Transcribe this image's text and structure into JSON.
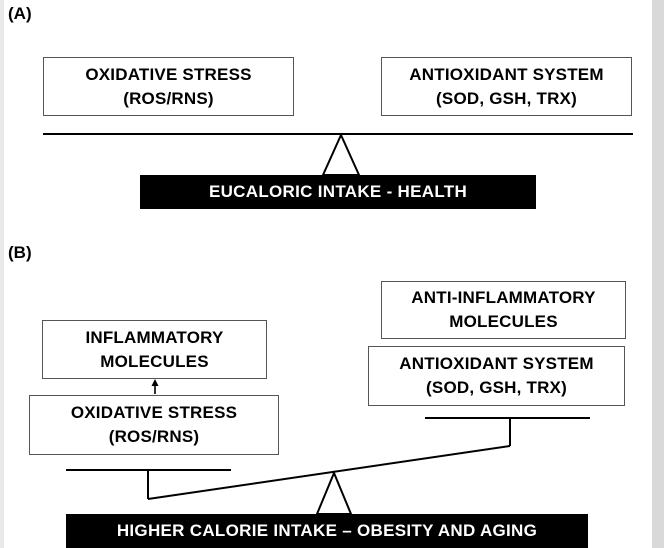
{
  "panel_a": {
    "label": "(A)",
    "left_box": {
      "line1": "OXIDATIVE STRESS",
      "line2": "(ROS/RNS)"
    },
    "right_box": {
      "line1": "ANTIOXIDANT SYSTEM",
      "line2": "(SOD, GSH, TRX)"
    },
    "banner": "EUCALORIC INTAKE - HEALTH"
  },
  "panel_b": {
    "label": "(B)",
    "inflammatory_box": {
      "line1": "INFLAMMATORY",
      "line2": "MOLECULES"
    },
    "oxidative_box": {
      "line1": "OXIDATIVE STRESS",
      "line2": "(ROS/RNS)"
    },
    "anti_inflammatory_box": {
      "line1": "ANTI-INFLAMMATORY",
      "line2": "MOLECULES"
    },
    "antioxidant_box": {
      "line1": "ANTIOXIDANT SYSTEM",
      "line2": "(SOD, GSH, TRX)"
    },
    "banner": "HIGHER CALORIE INTAKE – OBESITY AND AGING"
  }
}
